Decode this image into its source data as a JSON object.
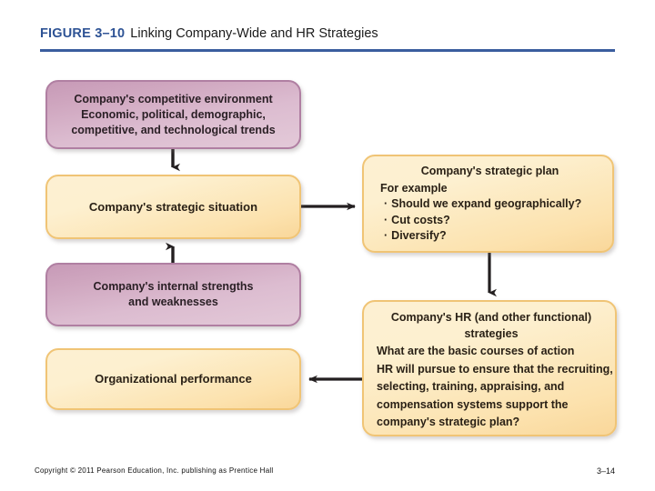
{
  "header": {
    "figure_label": "FIGURE 3–10",
    "figure_title": "Linking Company-Wide and HR Strategies",
    "label_color": "#2e5395",
    "rule_color": "#3a5d9e"
  },
  "diagram": {
    "type": "flow-diagram",
    "nodes": {
      "environment": {
        "head": "Company's competitive environment",
        "sub_line1": "Economic, political, demographic,",
        "sub_line2": "competitive, and technological trends",
        "fill": "#d7b0c8",
        "border": "#b07fa2"
      },
      "situation": {
        "head": "Company's strategic situation",
        "fill": "#fce5b6",
        "border": "#f0c475"
      },
      "internal": {
        "head_line1": "Company's internal strengths",
        "head_line2": "and weaknesses",
        "fill": "#d7b0c8",
        "border": "#b07fa2"
      },
      "performance": {
        "head": "Organizational performance",
        "fill": "#fce5b6",
        "border": "#f0c475"
      },
      "plan": {
        "head": "Company's strategic plan",
        "sub": "For example",
        "bullets": [
          "Should we expand geographically?",
          "Cut costs?",
          "Diversify?"
        ],
        "fill": "#fce5b6",
        "border": "#f0c475"
      },
      "hr": {
        "head_line1": "Company's HR (and other functional)",
        "head_line2": "strategies",
        "body_line1": "What are the basic courses of action",
        "body_line2": "HR will pursue to ensure that the recruiting,",
        "body_line3": "selecting, training, appraising, and",
        "body_line4": "compensation systems support the",
        "body_line5": "company's strategic plan?"
      }
    },
    "connectors": [
      {
        "name": "environment-to-situation",
        "direction": "down"
      },
      {
        "name": "internal-to-situation",
        "direction": "up"
      },
      {
        "name": "situation-to-plan",
        "direction": "right"
      },
      {
        "name": "plan-to-hr",
        "direction": "down"
      },
      {
        "name": "hr-to-performance",
        "direction": "left"
      }
    ],
    "arrow_color": "#231f20"
  },
  "footer": {
    "copyright": "Copyright © 2011 Pearson Education, Inc. publishing as Prentice Hall",
    "page": "3–14"
  }
}
